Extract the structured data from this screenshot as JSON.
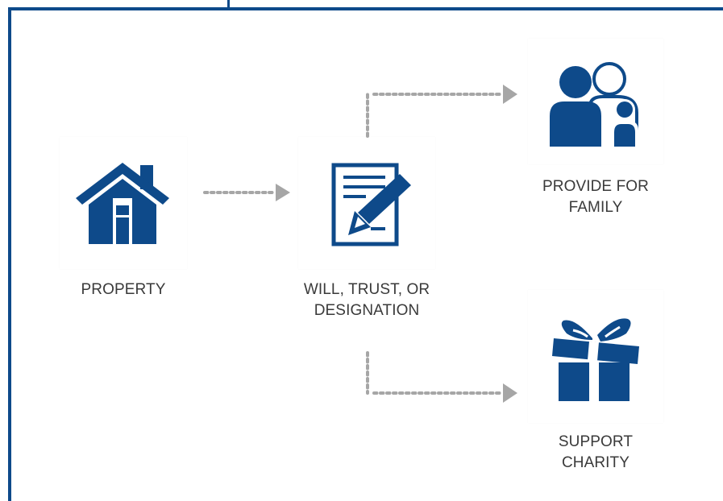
{
  "colors": {
    "icon": "#0e4a8a",
    "connector": "#a6a6a6",
    "text": "#3a3a3a"
  },
  "nodes": {
    "property": {
      "icon": "house-icon",
      "label": "PROPERTY"
    },
    "will": {
      "icon": "document-pen-icon",
      "label_line1": "WILL, TRUST, OR",
      "label_line2": "DESIGNATION"
    },
    "family": {
      "icon": "family-icon",
      "label_line1": "PROVIDE FOR",
      "label_line2": "FAMILY"
    },
    "charity": {
      "icon": "gift-icon",
      "label_line1": "SUPPORT",
      "label_line2": "CHARITY"
    }
  }
}
